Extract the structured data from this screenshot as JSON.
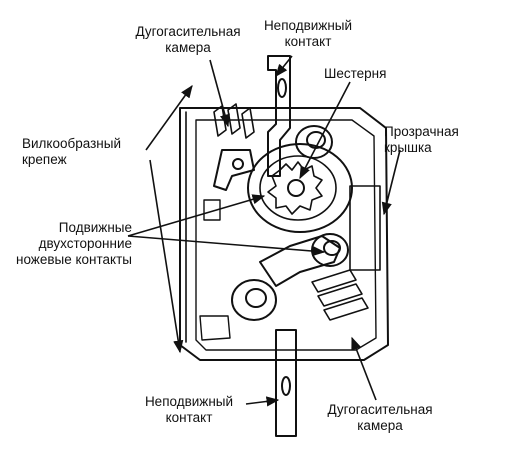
{
  "labels": {
    "arc_chute_top": {
      "line1": "Дугогасительная",
      "line2": "камера"
    },
    "fixed_contact_top": {
      "line1": "Неподвижный",
      "line2": "контакт"
    },
    "gear": {
      "line1": "Шестерня"
    },
    "transparent_cover": {
      "line1": "Прозрачная",
      "line2": "крышка"
    },
    "fork_mount": {
      "line1": "Вилкообразный",
      "line2": "крепеж"
    },
    "moving_contacts": {
      "line1": "Подвижные",
      "line2": "двухсторонние",
      "line3": "ножевые контакты"
    },
    "fixed_contact_bottom": {
      "line1": "Неподвижный",
      "line2": "контакт"
    },
    "arc_chute_bottom": {
      "line1": "Дугогасительная",
      "line2": "камера"
    }
  },
  "colors": {
    "ink": "#111111",
    "background": "#ffffff"
  }
}
